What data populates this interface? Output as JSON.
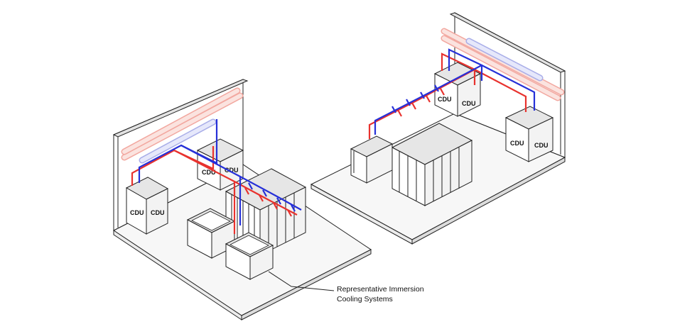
{
  "left_room": {
    "cdu_units": [
      {
        "label": "CDU"
      },
      {
        "label": "CDU"
      },
      {
        "label": "CDU"
      },
      {
        "label": "CDU"
      }
    ]
  },
  "right_room": {
    "cdu_units": [
      {
        "label": "CDU"
      },
      {
        "label": "CDU"
      },
      {
        "label": "CDU"
      },
      {
        "label": "CDU"
      }
    ]
  },
  "callout": {
    "line1": "Representative Immersion",
    "line2": "Cooling Systems"
  },
  "colors": {
    "supply": "#e8322e",
    "return": "#2630d8",
    "outline": "#222222"
  }
}
